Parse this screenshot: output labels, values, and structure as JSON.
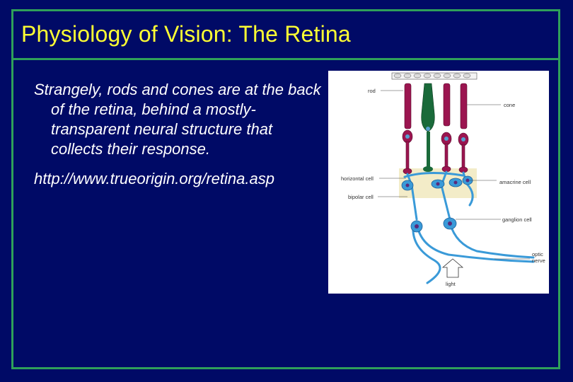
{
  "slide": {
    "title": "Physiology of Vision: The Retina",
    "paragraph": "Strangely, rods and cones are at the back of the retina, behind a mostly-transparent neural structure that collects their response.",
    "link": "http://www.trueorigin.org/retina.asp"
  },
  "figure": {
    "labels": {
      "rod": "rod",
      "cone": "cone",
      "horizontal_cell": "horizontal cell",
      "amacrine_cell": "amacrine cell",
      "bipolar_cell": "bipolar cell",
      "ganglion_cell": "ganglion cell",
      "optic_nerve_1": "optic",
      "optic_nerve_2": "nerve",
      "light": "light"
    }
  },
  "colors": {
    "background": "#000a66",
    "title": "#ffff33",
    "frame": "#2fa05a",
    "rod": "#9b1550",
    "cone": "#1a6a3a",
    "neuron": "#3a9ad8",
    "layer": "#f3ecc8"
  }
}
